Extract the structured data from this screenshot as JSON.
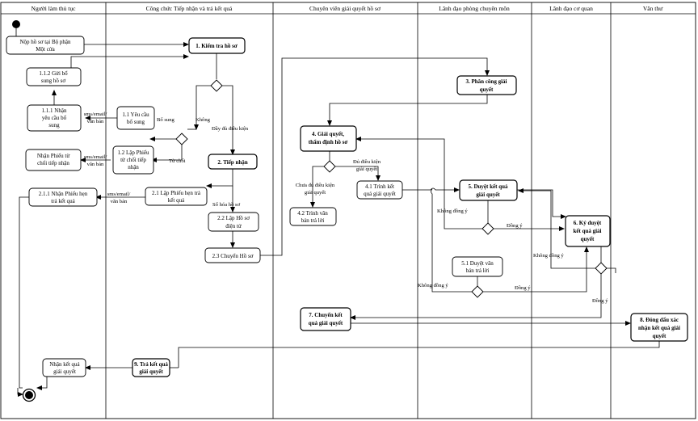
{
  "lanes": [
    "Người làm thủ tục",
    "Công chức Tiếp nhận và trả kết quả",
    "Chuyên viên giải quyết hồ sơ",
    "Lãnh đạo phòng chuyên môn",
    "Lãnh đạo cơ quan",
    "Văn thư"
  ],
  "nodes": {
    "nop_ho_so": [
      "Nộp hồ sơ tại Bộ phận",
      "Một cửa"
    ],
    "gui_bo_sung": [
      "1.1.2 Gửi bổ",
      "sung hồ sơ"
    ],
    "nhan_yeu_cau": [
      "1.1.1 Nhận",
      "yêu cầu bổ",
      "sung"
    ],
    "nhan_phieu_tu_choi": [
      "Nhận Phiếu từ",
      "chối tiếp nhận"
    ],
    "nhan_phieu_hen": [
      "2.1.1 Nhận Phiếu hẹn",
      "trả kết quả"
    ],
    "nhan_ket_qua": [
      "Nhận kết quả",
      "giải quyết"
    ],
    "kiem_tra": [
      "1. Kiểm tra hồ sơ"
    ],
    "yeu_cau_bo_sung": [
      "1.1 Yêu cầu",
      "bổ sung"
    ],
    "lap_phieu_tu_choi": [
      "1.2 Lập Phiếu",
      "từ chối tiếp",
      "nhận"
    ],
    "tiep_nhan": [
      "2. Tiếp nhận"
    ],
    "lap_phieu_hen": [
      "2.1 Lập Phiếu hẹn trả",
      "kết quả"
    ],
    "lap_ho_so_dien_tu": [
      "2.2 Lập Hồ sơ",
      "điện tử"
    ],
    "chuyen_ho_so": [
      "2.3 Chuyển Hồ sơ"
    ],
    "tra_ket_qua": [
      "9. Trả kết quả",
      "giải quyết"
    ],
    "giai_quyet": [
      "4. Giải quyết,",
      "thẩm định hồ sơ"
    ],
    "trinh_ket_qua": [
      "4.1 Trình kết",
      "quả giải quyết"
    ],
    "trinh_van_ban": [
      "4.2 Trình văn",
      "bản trả lời"
    ],
    "chuyen_ket_qua": [
      "7. Chuyển kết",
      "quả giải quyết"
    ],
    "phan_cong": [
      "3. Phân công giải",
      "quyết"
    ],
    "duyet_ket_qua": [
      "5. Duyệt kết quả",
      "giải quyết"
    ],
    "duyet_van_ban": [
      "5.1 Duyệt văn",
      "bản trả lời"
    ],
    "ky_duyet": [
      "6. Ký duyệt",
      "kết quả giải",
      "quyết"
    ],
    "dong_dau": [
      "8. Đóng dấu xác",
      "nhận kết quả giải",
      "quyết"
    ]
  },
  "labels": {
    "sms_1": [
      "sms/email/",
      "văn bản"
    ],
    "sms_2": [
      "sms/email/",
      "văn bản"
    ],
    "sms_3": [
      "sms/email/",
      "văn bản"
    ],
    "khong": "Không",
    "bo_sung": "Bổ sung",
    "tu_choi": "Từ chối",
    "du_dieu_kien": "Đầy đủ điều kiện",
    "so_hoa": "Số hóa hồ sơ",
    "chua_du": [
      "Chưa đủ điều kiện",
      "giải quyết"
    ],
    "du_dieu_kien_gq": [
      "Đủ điều kiện",
      "giải quyết"
    ],
    "khong_dong_y_1": "Không đồng ý",
    "dong_y_1": "Đồng ý",
    "khong_dong_y_2": "Không đồng ý",
    "dong_y_2": "Đồng ý",
    "khong_dong_y_3": "Không đồng ý",
    "dong_y_3": "Đồng ý"
  },
  "colors": {
    "line": "#000000",
    "background": "#ffffff"
  }
}
